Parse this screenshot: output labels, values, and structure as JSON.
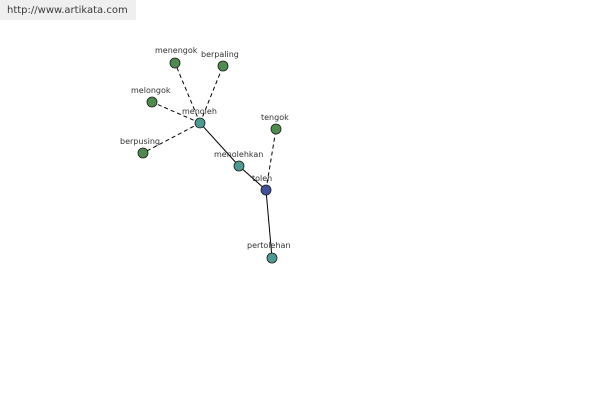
{
  "source_url": "http://www.artikata.com",
  "colors": {
    "synonym": "#4f8a4f",
    "derived": "#4f9a90",
    "root": "#43529b"
  },
  "nodes": [
    {
      "id": "menengok",
      "label": "menengok",
      "kind": "synonym"
    },
    {
      "id": "berpaling",
      "label": "berpaling",
      "kind": "synonym"
    },
    {
      "id": "melongok",
      "label": "melongok",
      "kind": "synonym"
    },
    {
      "id": "menoleh",
      "label": "menoleh",
      "kind": "derived"
    },
    {
      "id": "berpusing",
      "label": "berpusing",
      "kind": "synonym"
    },
    {
      "id": "tengok",
      "label": "tengok",
      "kind": "synonym"
    },
    {
      "id": "menolehkan",
      "label": "menolehkan",
      "kind": "derived"
    },
    {
      "id": "toleh",
      "label": "toleh",
      "kind": "root"
    },
    {
      "id": "pertolehan",
      "label": "pertolehan",
      "kind": "derived"
    }
  ],
  "edges": [
    {
      "from": "menoleh",
      "to": "menengok",
      "style": "dashed"
    },
    {
      "from": "menoleh",
      "to": "berpaling",
      "style": "dashed"
    },
    {
      "from": "menoleh",
      "to": "melongok",
      "style": "dashed"
    },
    {
      "from": "menoleh",
      "to": "berpusing",
      "style": "dashed"
    },
    {
      "from": "menoleh",
      "to": "menolehkan",
      "style": "solid"
    },
    {
      "from": "menolehkan",
      "to": "toleh",
      "style": "solid"
    },
    {
      "from": "toleh",
      "to": "tengok",
      "style": "dashed"
    },
    {
      "from": "toleh",
      "to": "pertolehan",
      "style": "solid"
    }
  ]
}
